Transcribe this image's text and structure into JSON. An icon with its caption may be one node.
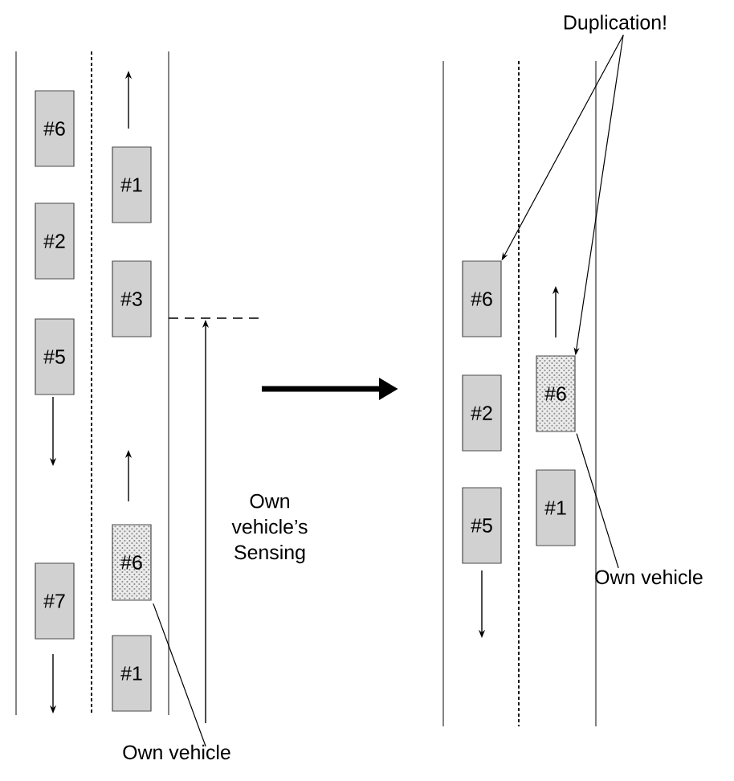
{
  "diagram": {
    "nodes": [
      {
        "text": [
          "#6"
        ]
      },
      {
        "text": [
          "#2"
        ]
      },
      {
        "text": [
          "#5"
        ]
      },
      {
        "text": [
          "#7"
        ]
      },
      {
        "text": [
          "#1"
        ]
      },
      {
        "text": [
          "#3"
        ]
      },
      {
        "text": [
          "#6"
        ]
      },
      {
        "text": [
          "#1"
        ]
      },
      {
        "text": [
          "Own vehicle"
        ]
      },
      {
        "text": [
          "Duplication!"
        ]
      },
      {
        "text": [
          "#6"
        ]
      },
      {
        "text": [
          "#2"
        ]
      },
      {
        "text": [
          "#5"
        ]
      },
      {
        "text": [
          "#6"
        ]
      },
      {
        "text": [
          "#1"
        ]
      },
      {
        "text": [
          "Own vehicle"
        ]
      }
    ],
    "edges": [
      {
        "from": 8,
        "to": 6,
        "arrow": "none"
      },
      {
        "from": 9,
        "to": 10,
        "arrow": "to"
      },
      {
        "from": 9,
        "to": 13,
        "arrow": "to"
      },
      {
        "from": 15,
        "to": 13,
        "arrow": "none"
      }
    ],
    "labels": [
      "Own vehicle’s Sensing"
    ]
  }
}
